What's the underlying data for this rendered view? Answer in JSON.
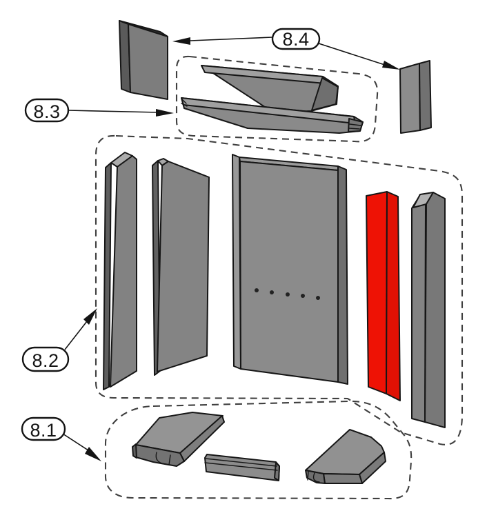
{
  "diagram": {
    "type": "exploded-parts-diagram",
    "background": "#ffffff",
    "outline_color": "#161616",
    "boundary_style": "dashed",
    "part_base_color": "#8a8a8a",
    "highlight_color": "#ee1205",
    "callouts": [
      {
        "label": "8.4"
      },
      {
        "label": "8.3"
      },
      {
        "label": "8.2"
      },
      {
        "label": "8.1"
      }
    ],
    "groups": [
      {
        "ref": "8.4",
        "part_count": 2,
        "parts": [
          "top-left-plate",
          "top-right-plate"
        ],
        "boundary": false
      },
      {
        "ref": "8.3",
        "part_count": 2,
        "parts": [
          "upper-baffle-plate",
          "lower-baffle-plate"
        ],
        "boundary": true
      },
      {
        "ref": "8.2",
        "part_count": 5,
        "parts": [
          "left-outer-side-panel",
          "left-inner-side-panel",
          "back-panel",
          "right-side-panel-highlighted",
          "right-outer-side-panel"
        ],
        "boundary": true,
        "highlighted_part": "right-side-panel-highlighted"
      },
      {
        "ref": "8.1",
        "part_count": 3,
        "parts": [
          "bottom-left-plate",
          "bottom-center-bar",
          "bottom-right-plate"
        ],
        "boundary": true
      }
    ],
    "back_panel_hole_count": 5
  }
}
